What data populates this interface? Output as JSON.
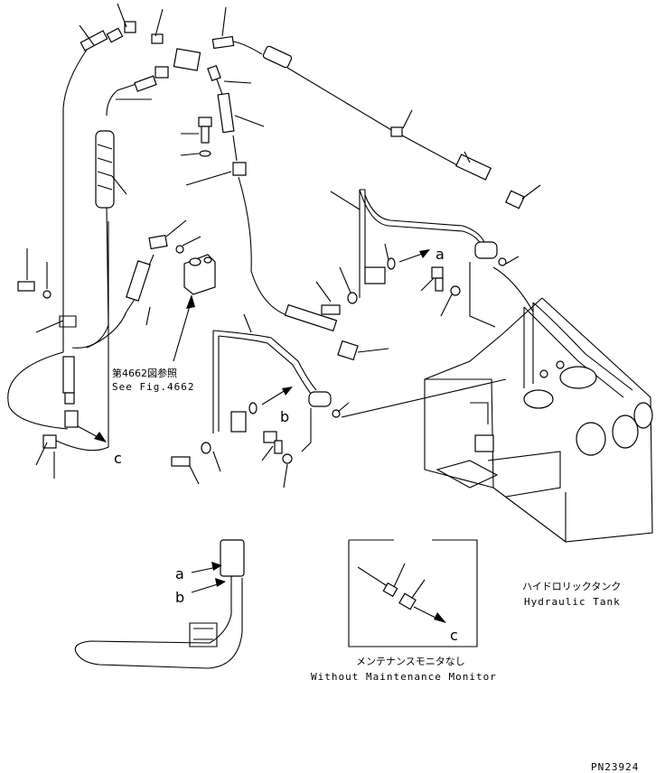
{
  "callouts": {
    "a_top": "a",
    "b_mid": "b",
    "c_left": "c",
    "a_inset": "a",
    "b_inset": "b",
    "c_inset": "c"
  },
  "reference": {
    "jp": "第4662図参照",
    "en": "See Fig.4662"
  },
  "tank": {
    "jp": "ハイドロリックタンク",
    "en": "Hydraulic Tank"
  },
  "inset": {
    "jp": "メンテナンスモニタなし",
    "en": "Without Maintenance Monitor"
  },
  "drawing_number": "PN23924"
}
